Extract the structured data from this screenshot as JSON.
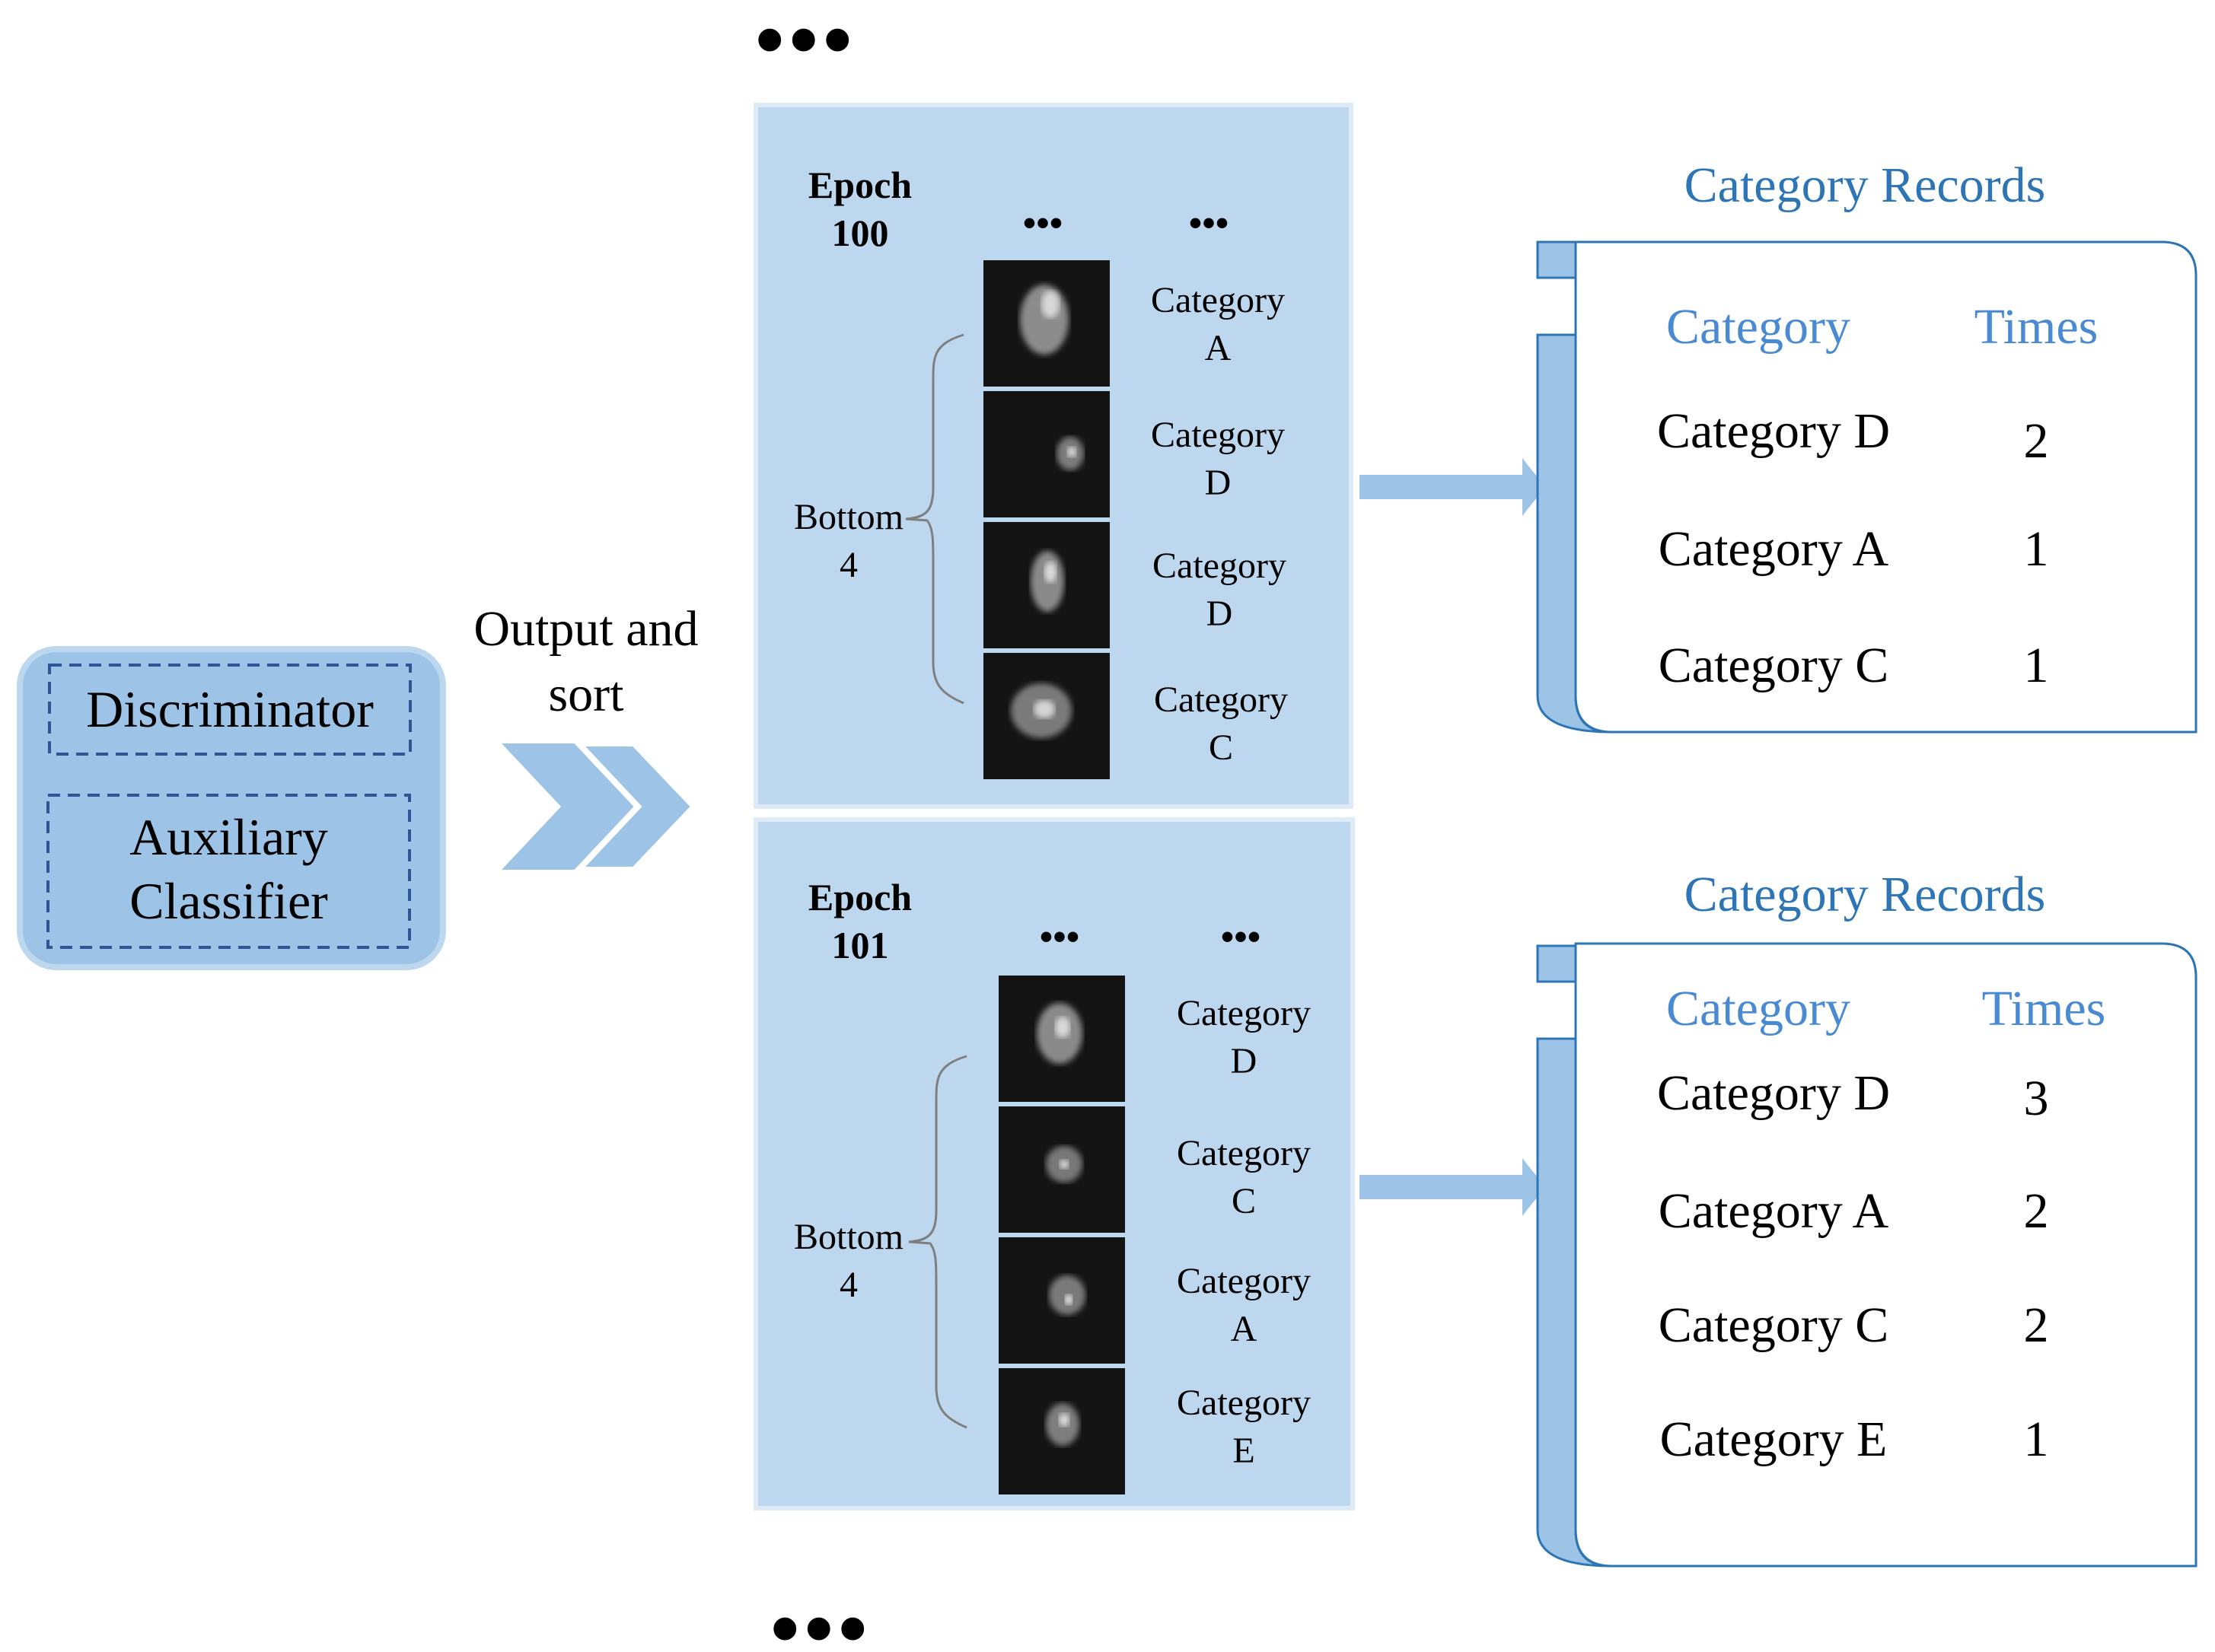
{
  "top_ellipsis": "•••",
  "bottom_ellipsis": "•••",
  "left_box": {
    "discriminator": "Discriminator",
    "aux_line1": "Auxiliary",
    "aux_line2": "Classifier"
  },
  "flow_label": {
    "line1": "Output and",
    "line2": "sort"
  },
  "epochs": [
    {
      "label_line1": "Epoch",
      "label_line2": "100",
      "img_ellipsis": "•••",
      "cat_ellipsis": "•••",
      "bottom_line1": "Bottom",
      "bottom_line2": "4",
      "items": [
        {
          "line1": "Category",
          "line2": "A"
        },
        {
          "line1": "Category",
          "line2": "D"
        },
        {
          "line1": "Category",
          "line2": "D"
        },
        {
          "line1": "Category",
          "line2": "C"
        }
      ]
    },
    {
      "label_line1": "Epoch",
      "label_line2": "101",
      "img_ellipsis": "•••",
      "cat_ellipsis": "•••",
      "bottom_line1": "Bottom",
      "bottom_line2": "4",
      "items": [
        {
          "line1": "Category",
          "line2": "D"
        },
        {
          "line1": "Category",
          "line2": "C"
        },
        {
          "line1": "Category",
          "line2": "A"
        },
        {
          "line1": "Category",
          "line2": "E"
        }
      ]
    }
  ],
  "records": [
    {
      "title": "Category Records",
      "col_category": "Category",
      "col_times": "Times",
      "rows": [
        {
          "category": "Category D",
          "times": "2"
        },
        {
          "category": "Category A",
          "times": "1"
        },
        {
          "category": "Category C",
          "times": "1"
        }
      ]
    },
    {
      "title": "Category Records",
      "col_category": "Category",
      "col_times": "Times",
      "rows": [
        {
          "category": "Category D",
          "times": "3"
        },
        {
          "category": "Category A",
          "times": "2"
        },
        {
          "category": "Category C",
          "times": "2"
        },
        {
          "category": "Category E",
          "times": "1"
        }
      ]
    }
  ],
  "colors": {
    "panel_fill": "#bdd7ee",
    "box_fill": "#9dc3e6",
    "accent_blue": "#2e75b6",
    "heading_blue": "#4a8ad2",
    "arrow_fill": "#9dc3e6"
  }
}
